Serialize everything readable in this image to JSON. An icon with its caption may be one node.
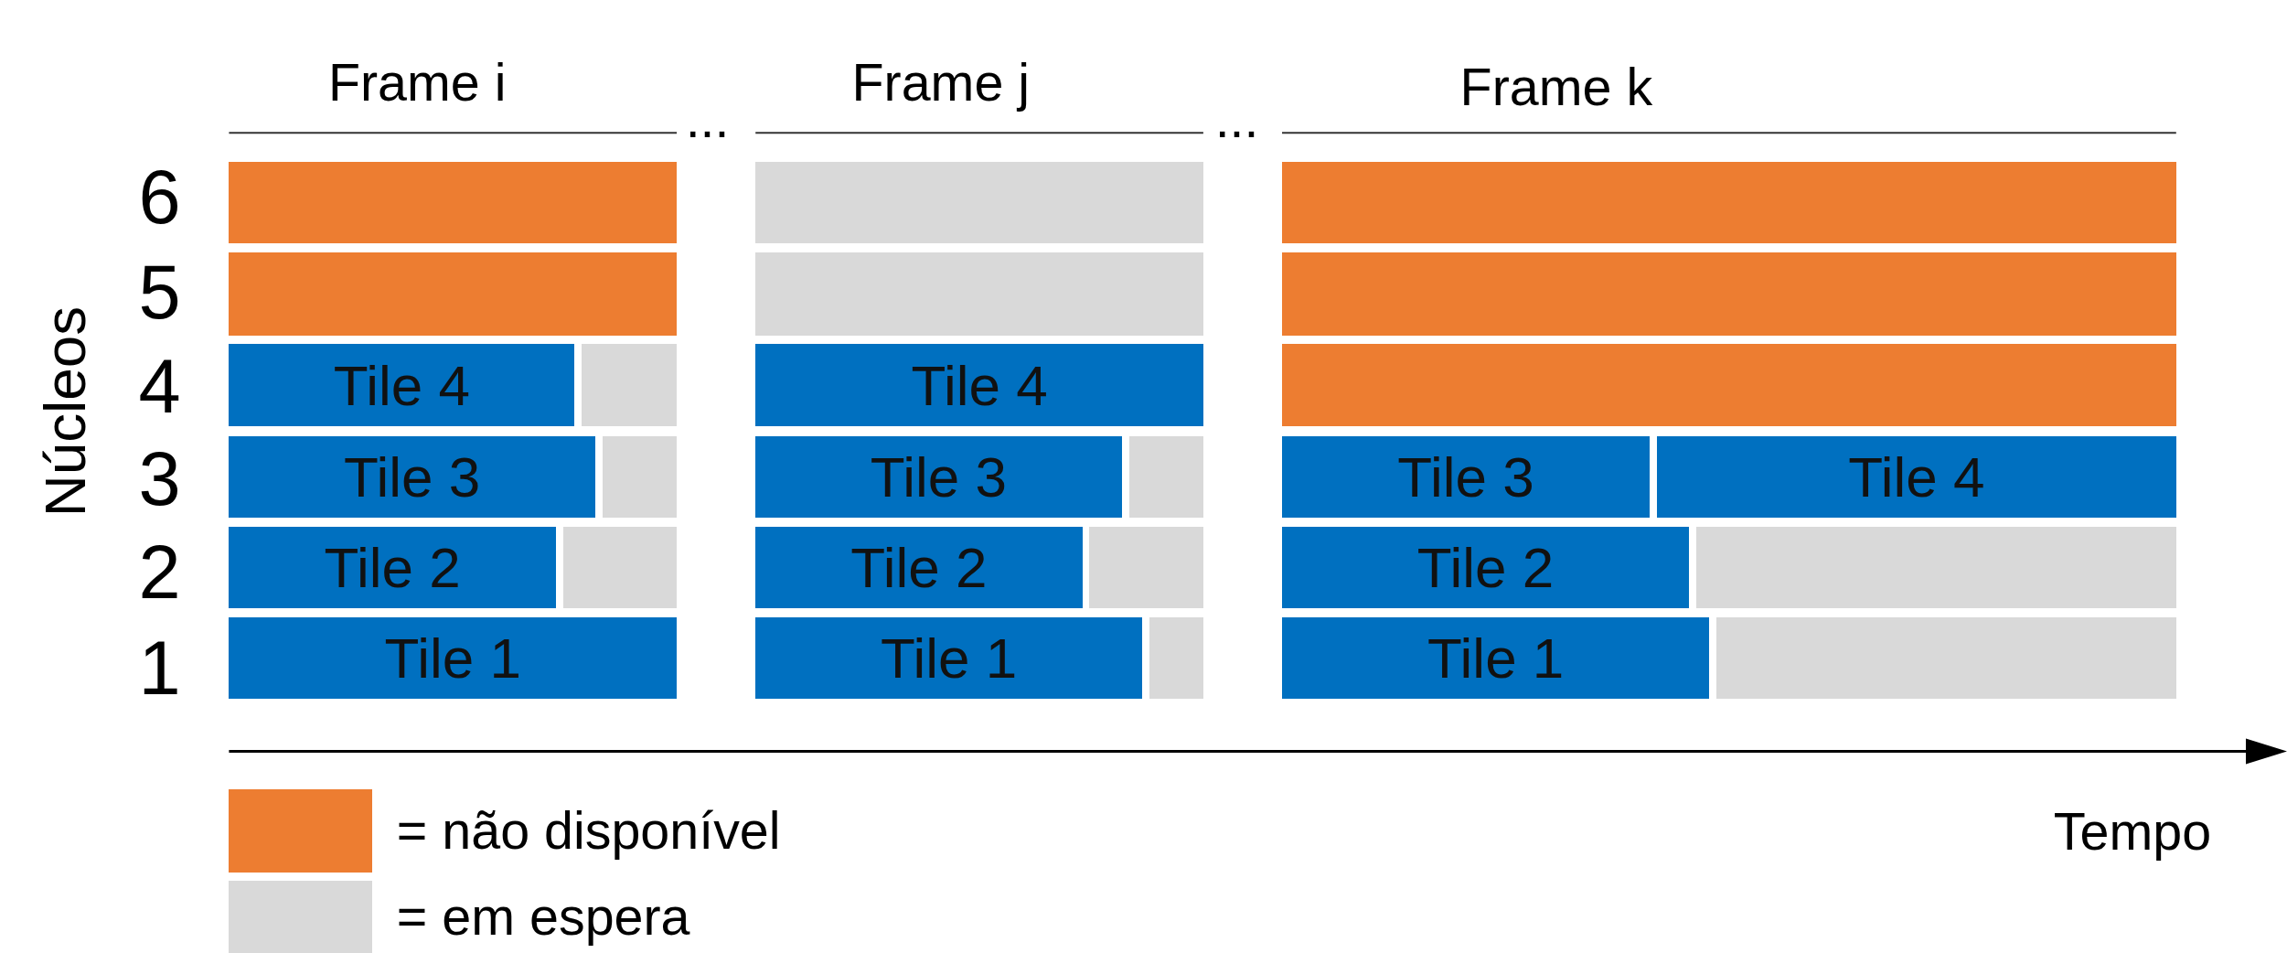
{
  "diagram": {
    "nodes": [
      {
        "text": [],
        "shape": "bar"
      },
      {
        "text": [],
        "shape": "bar"
      },
      {
        "text": [],
        "shape": "bar"
      },
      {
        "text": [],
        "shape": "bar"
      },
      {
        "text": [],
        "shape": "bar"
      },
      {
        "text": [],
        "shape": "bar"
      },
      {
        "text": [
          "Tile 4"
        ]
      },
      {
        "text": [],
        "shape": "bar"
      },
      {
        "text": [
          "Tile 4"
        ]
      },
      {
        "text": [],
        "shape": "bar"
      },
      {
        "text": [
          "Tile 3"
        ]
      },
      {
        "text": [],
        "shape": "bar"
      },
      {
        "text": [
          "Tile 3"
        ]
      },
      {
        "text": [],
        "shape": "bar"
      },
      {
        "text": [
          "Tile 3"
        ]
      },
      {
        "text": [
          "Tile 4"
        ]
      },
      {
        "text": [
          "Tile 2"
        ]
      },
      {
        "text": [],
        "shape": "bar"
      },
      {
        "text": [
          "Tile 2"
        ]
      },
      {
        "text": [],
        "shape": "bar"
      },
      {
        "text": [
          "Tile 2"
        ]
      },
      {
        "text": [],
        "shape": "bar"
      },
      {
        "text": [
          "Tile 1"
        ]
      },
      {
        "text": [
          "Tile 1"
        ]
      },
      {
        "text": [],
        "shape": "bar"
      },
      {
        "text": [
          "Tile 1"
        ]
      },
      {
        "text": [],
        "shape": "bar"
      }
    ],
    "labels": [
      "Frame i",
      "Frame j",
      "Frame k",
      "...",
      "...",
      "6",
      "5",
      "4",
      "3",
      "2",
      "1",
      "Núcleos",
      "Tempo"
    ],
    "legend": [
      {
        "text": "= não disponível",
        "color": "#ed7d31"
      },
      {
        "text": "= em espera",
        "color": "#d9d9d9"
      }
    ]
  }
}
